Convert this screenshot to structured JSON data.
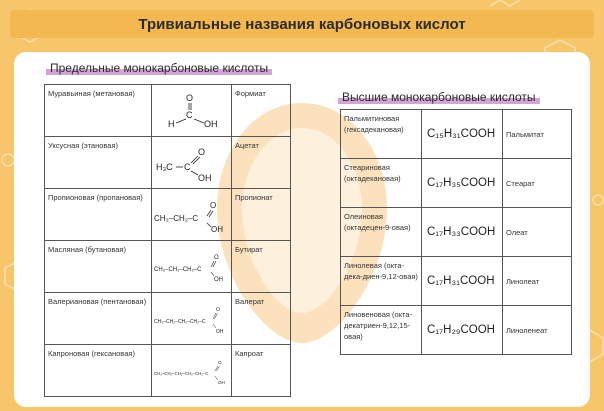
{
  "title": "Тривиальные названия карбоновых кислот",
  "saturated": {
    "heading": "Предельные монокарбоновые кислоты",
    "rows": [
      {
        "name": "Муравьиная (метановая)",
        "salt": "Формиат",
        "formula": [
          "O",
          "H",
          "C",
          "OH"
        ]
      },
      {
        "name": "Уксусная (этановая)",
        "salt": "Ацетат",
        "formula": [
          "O",
          "H₃C",
          "C",
          "OH"
        ]
      },
      {
        "name": "Пропионовая (пропановая)",
        "salt": "Пропионат",
        "formula": [
          "CH₃–CH₂–C",
          "O",
          "OH"
        ]
      },
      {
        "name": "Масляная (бутановая)",
        "salt": "Бутират",
        "formula": [
          "CH₃–CH₂–CH₂–C",
          "O",
          "OH"
        ]
      },
      {
        "name": "Валериановая (пентановая)",
        "salt": "Валерат",
        "formula": [
          "CH₃–CH₂–CH₂–CH₂–C",
          "O",
          "OH"
        ]
      },
      {
        "name": "Капроновая (гексановая)",
        "salt": "Капроат",
        "formula": [
          "CH₃–CH₂–CH₂–CH₂–CH₂–C",
          "O",
          "OH"
        ]
      }
    ]
  },
  "higher": {
    "heading": "Высшие монокарбоновые кислоты",
    "rows": [
      {
        "name": "Пальмитиновая (гексадекановая)",
        "formula": "C₁₅H₃₁COOH",
        "salt": "Пальмитат"
      },
      {
        "name": "Стеариновая (октадекановая)",
        "formula": "C₁₇H₃₅COOH",
        "salt": "Стеарат"
      },
      {
        "name": "Олеиновая (октадецен-9-овая)",
        "formula": "C₁₇H₃₃COOH",
        "salt": "Олеат"
      },
      {
        "name": "Линолевая (окта-дека-диен-9,12-овая)",
        "formula": "C₁₇H₃₁COOH",
        "salt": "Линолеат"
      },
      {
        "name": "Линовеновая (окта-декатриен-9,12,15-овая)",
        "formula": "C₁₇H₂₉COOH",
        "salt": "Линоленеат"
      }
    ]
  },
  "colors": {
    "background": "#f7c66a",
    "title_bar": "#f3b84f",
    "highlight": "#d3a4d6",
    "watermark": "#f6c98a"
  }
}
